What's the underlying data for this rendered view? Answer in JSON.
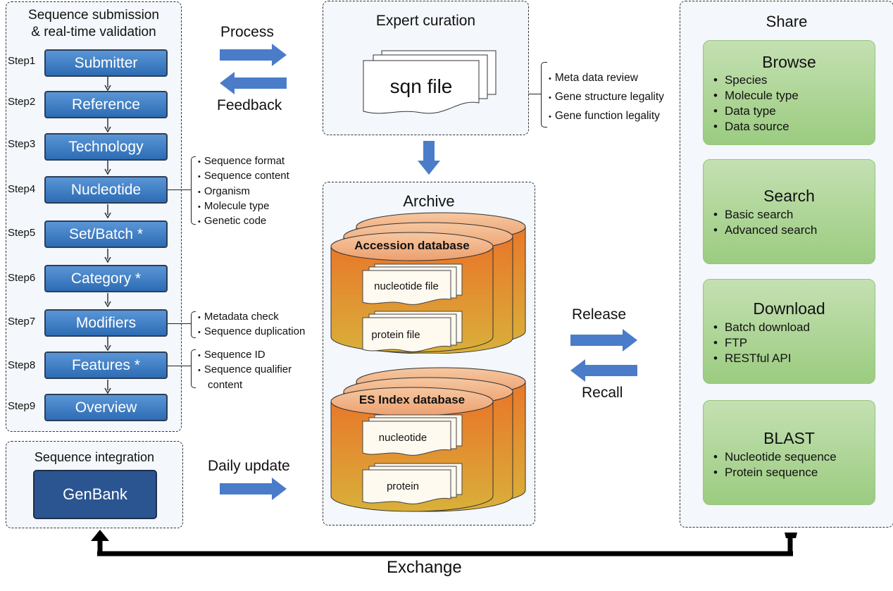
{
  "submission": {
    "title_line1": "Sequence submission",
    "title_line2": "& real-time validation",
    "steps": [
      {
        "step": "Step1",
        "label": "Submitter"
      },
      {
        "step": "Step2",
        "label": "Reference"
      },
      {
        "step": "Step3",
        "label": "Technology"
      },
      {
        "step": "Step4",
        "label": "Nucleotide"
      },
      {
        "step": "Step5",
        "label": "Set/Batch *"
      },
      {
        "step": "Step6",
        "label": "Category *"
      },
      {
        "step": "Step7",
        "label": "Modifiers"
      },
      {
        "step": "Step8",
        "label": "Features *"
      },
      {
        "step": "Step9",
        "label": "Overview"
      }
    ],
    "nucleotide_checks": [
      "Sequence format",
      "Sequence content",
      "Organism",
      "Molecule type",
      "Genetic code"
    ],
    "modifier_checks": [
      "Metadata check",
      "Sequence duplication"
    ],
    "feature_checks": [
      "Sequence ID",
      "Sequence qualifier",
      "content"
    ]
  },
  "integration": {
    "title": "Sequence integration",
    "source": "GenBank"
  },
  "arrows": {
    "process": "Process",
    "feedback": "Feedback",
    "daily_update": "Daily update",
    "release": "Release",
    "recall": "Recall",
    "exchange": "Exchange"
  },
  "curation": {
    "title": "Expert curation",
    "file": "sqn file",
    "checks": [
      "Meta data review",
      "Gene structure legality",
      "Gene function legality"
    ]
  },
  "archive": {
    "title": "Archive",
    "accession_db": {
      "name": "Accession database",
      "files": [
        "nucleotide file",
        "protein file"
      ]
    },
    "es_db": {
      "name": "ES Index database",
      "files": [
        "nucleotide",
        "protein"
      ]
    }
  },
  "share": {
    "title": "Share",
    "cards": [
      {
        "title": "Browse",
        "items": [
          "Species",
          "Molecule type",
          "Data type",
          "Data source"
        ]
      },
      {
        "title": "Search",
        "items": [
          "Basic search",
          "Advanced search"
        ]
      },
      {
        "title": "Download",
        "items": [
          "Batch download",
          "FTP",
          "RESTful API"
        ]
      },
      {
        "title": "BLAST",
        "items": [
          "Nucleotide sequence",
          "Protein sequence"
        ]
      }
    ]
  },
  "colors": {
    "step_blue": "#3a7cc4",
    "arrow_blue": "#4a7cc9",
    "genbank_navy": "#2b5591",
    "db_orange": "#e88a3a",
    "share_green": "#a9d18e"
  }
}
